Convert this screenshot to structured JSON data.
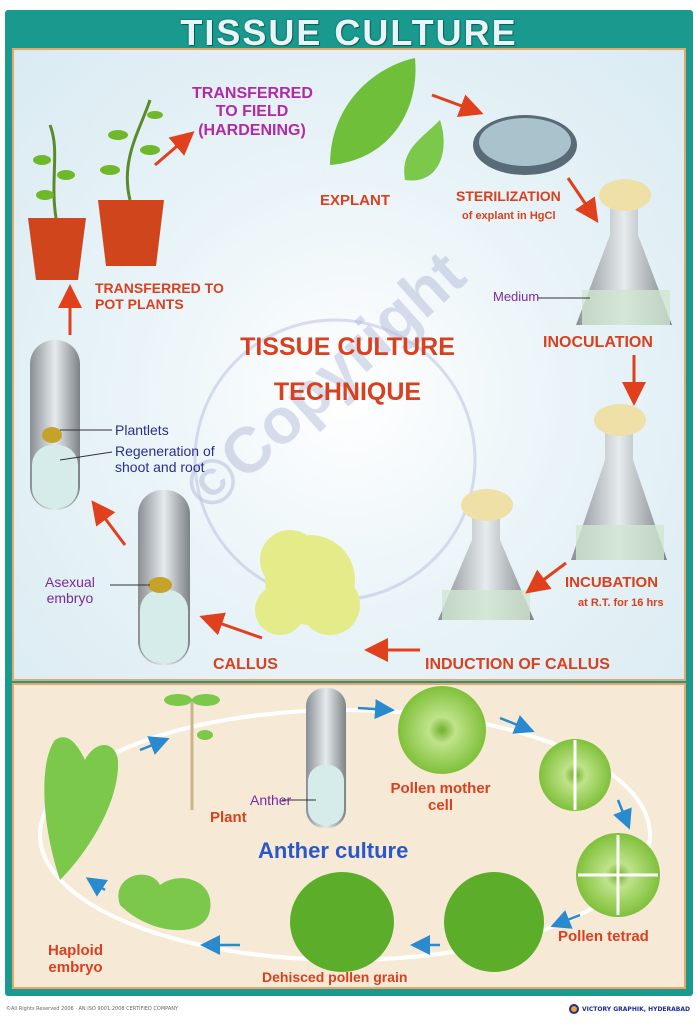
{
  "title": "TISSUE CULTURE",
  "center_title": [
    "TISSUE CULTURE",
    "TECHNIQUE"
  ],
  "watermark": "©Copyright",
  "steps": {
    "hardening": [
      "TRANSFERRED",
      "TO  FIELD",
      "(HARDENING)"
    ],
    "explant": "EXPLANT",
    "sterilization": "STERILIZATION",
    "sterilization_note": "of explant in HgCl",
    "medium": "Medium",
    "inoculation": "INOCULATION",
    "incubation": "INCUBATION",
    "incubation_note": "at R.T. for 16 hrs",
    "induction": "INDUCTION OF CALLUS",
    "callus": "CALLUS",
    "asexual_embryo": [
      "Asexual",
      "embryo"
    ],
    "plantlets": "Plantlets",
    "regeneration": [
      "Regeneration of",
      "shoot and root"
    ],
    "pot_plants": [
      "TRANSFERRED TO",
      "POT PLANTS"
    ]
  },
  "anther": {
    "title": "Anther culture",
    "anther": "Anther",
    "plant": "Plant",
    "pollen_mother_cell": [
      "Pollen mother",
      "cell"
    ],
    "pollen_tetrad": "Pollen tetrad",
    "dehisced": "Dehisced pollen grain",
    "haploid_embryo": [
      "Haploid",
      "embryo"
    ]
  },
  "footer": {
    "left": "©All Rights Reserved 2006 · AN ISO 9001:2008 CERTIFIED COMPANY",
    "right": "VICTORY GRAPHIK, HYDERABAD"
  }
}
